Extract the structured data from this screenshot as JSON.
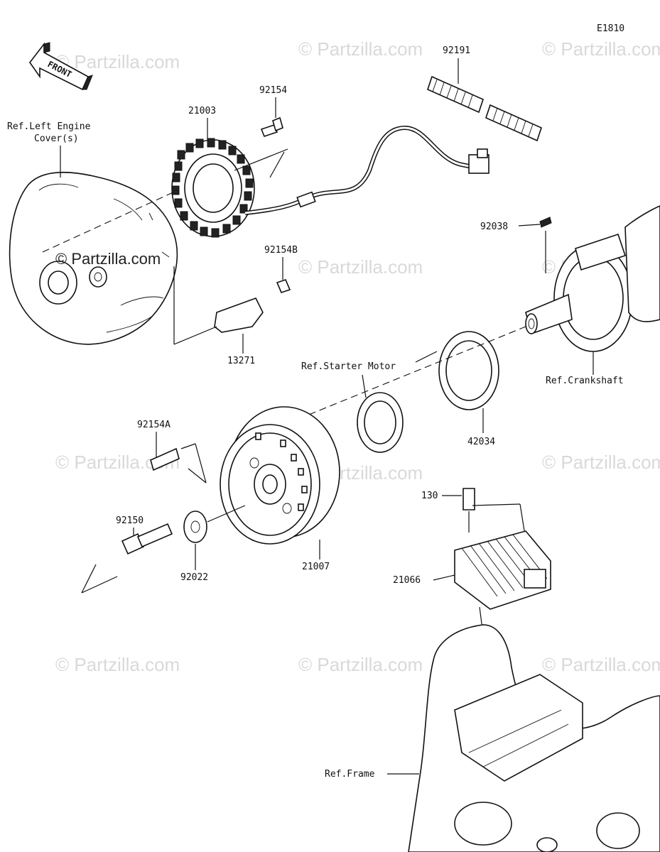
{
  "diagram_code": "E1810",
  "front_label": "FRONT",
  "watermark_text": "© Partzilla.com",
  "watermark_center_text": "© Partzilla.com",
  "colors": {
    "line": "#111111",
    "watermark": "#d9d9d9",
    "background": "#ffffff"
  },
  "parts": {
    "p92191": "92191",
    "p92154": "92154",
    "p21003": "21003",
    "p92038": "92038",
    "p92154B": "92154B",
    "p13271": "13271",
    "p92154A": "92154A",
    "p42034": "42034",
    "p130": "130",
    "p92150": "92150",
    "p92022": "92022",
    "p21007": "21007",
    "p21066": "21066"
  },
  "refs": {
    "left_cover_line1": "Ref.Left Engine",
    "left_cover_line2": "Cover(s)",
    "starter_motor": "Ref.Starter Motor",
    "crankshaft": "Ref.Crankshaft",
    "frame": "Ref.Frame"
  }
}
